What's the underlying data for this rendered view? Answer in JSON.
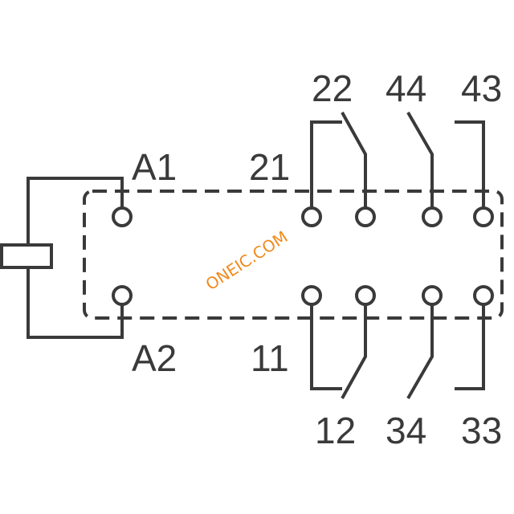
{
  "labels": {
    "a1": "A1",
    "a2": "A2",
    "t21": "21",
    "t22": "22",
    "t44": "44",
    "t43": "43",
    "t11": "11",
    "t12": "12",
    "t34": "34",
    "t33": "33"
  },
  "watermark": "ONEIC.COM",
  "colors": {
    "line": "#3a3a3a",
    "watermark": "#f08a1c"
  }
}
